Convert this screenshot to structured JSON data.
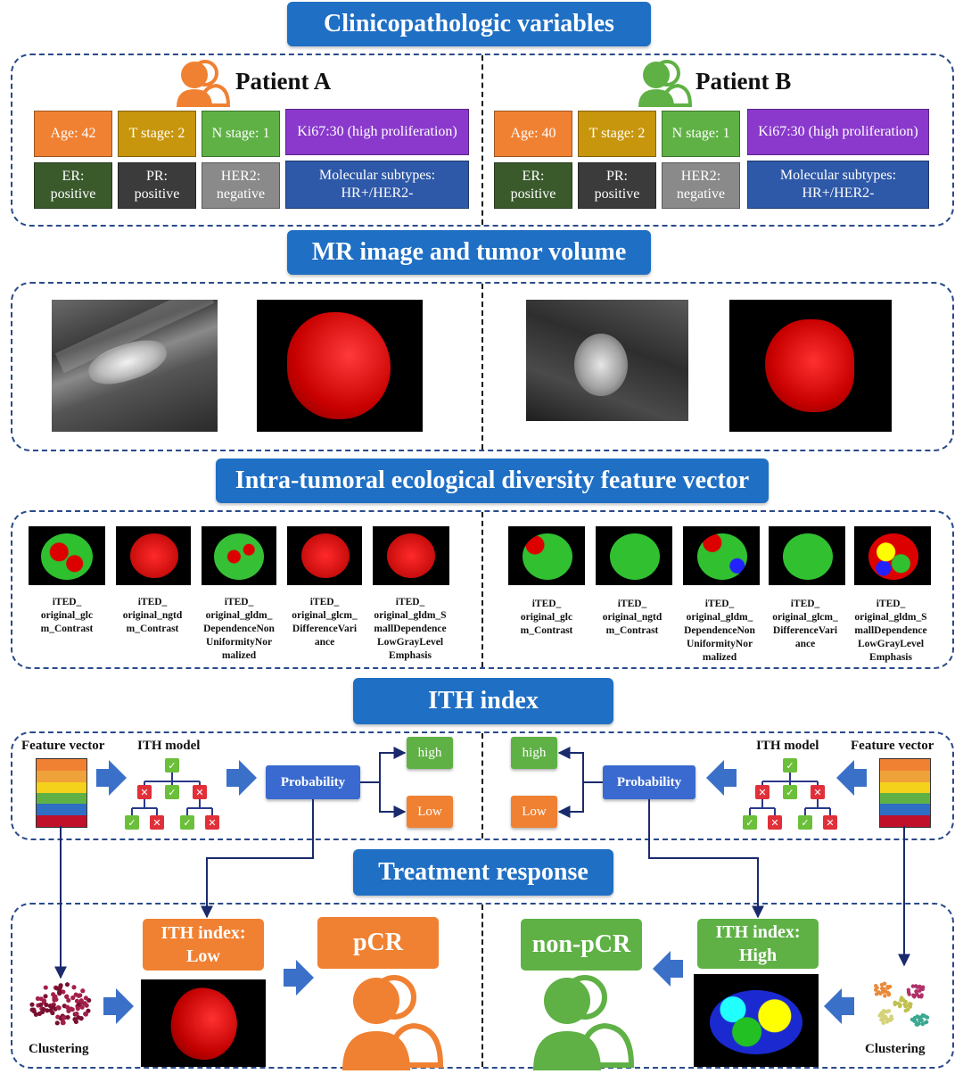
{
  "sections": {
    "clinical": "Clinicopathologic variables",
    "mr": "MR image and tumor volume",
    "ited": "Intra-tumoral ecological diversity feature vector",
    "ith": "ITH index",
    "response": "Treatment response"
  },
  "patientA": {
    "name": "Patient A",
    "age": "Age: 42",
    "t_stage": "T stage: 2",
    "n_stage": "N stage: 1",
    "ki67": "Ki67:30 (high proliferation)",
    "er": "ER:\npositive",
    "pr": "PR:\npositive",
    "her2": "HER2:\nnegative",
    "subtype": "Molecular subtypes:\nHR+/HER2-",
    "ith_index": "ITH index:\nLow",
    "outcome": "pCR"
  },
  "patientB": {
    "name": "Patient B",
    "age": "Age: 40",
    "t_stage": "T stage: 2",
    "n_stage": "N stage: 1",
    "ki67": "Ki67:30 (high proliferation)",
    "er": "ER:\npositive",
    "pr": "PR:\npositive",
    "her2": "HER2:\nnegative",
    "subtype": "Molecular subtypes:\nHR+/HER2-",
    "ith_index": "ITH index:\nHigh",
    "outcome": "non-pCR"
  },
  "features": [
    "iTED_\noriginal_glc\nm_Contrast",
    "iTED_\noriginal_ngtd\nm_Contrast",
    "iTED_\noriginal_gldm_\nDependenceNon\nUniformityNor\nmalized",
    "iTED_\noriginal_glcm_\nDifferenceVari\nance",
    "iTED_\noriginal_gldm_S\nmallDependence\nLowGrayLevel\nEmphasis"
  ],
  "ith_flow": {
    "feature_vector": "Feature vector",
    "ith_model": "ITH model",
    "probability": "Probability",
    "high": "high",
    "low": "Low",
    "clustering": "Clustering"
  },
  "colors": {
    "banner": "#1f6fc4",
    "orange": "#f08132",
    "green": "#5fb145",
    "arrow": "#3b70c8",
    "line": "#1a2a6c"
  }
}
